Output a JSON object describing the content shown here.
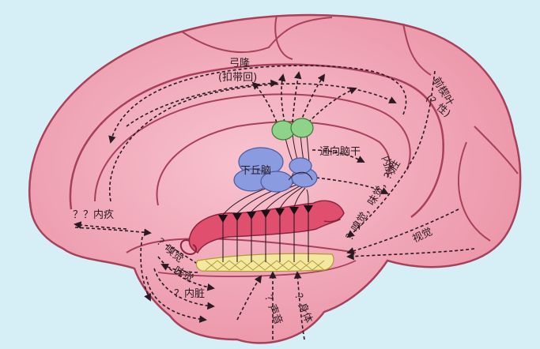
{
  "labels": {
    "cingulate_gyrus": "弓隆",
    "cingulate_gyrus_sub": "(扣带回)",
    "precuneus": "前楔叶",
    "precuneus_sub": "(？性)",
    "to_brainstem": "通向脑干",
    "hypothalamus": "下丘脑",
    "visceral_right": "内脏",
    "smell_taste_sex": "？嗅觉，味觉，？性",
    "vision": "视觉",
    "visceral_pain": "？？内疚",
    "smell_left": "？嗅觉",
    "taste_left": "味觉",
    "visceral_left": "？内脏",
    "hearing": "？声音",
    "body": "？身体"
  },
  "colors": {
    "background": "#d6eef6",
    "brain": "#f2a9b8",
    "brain_outline": "#a8405a",
    "mammillary": "#8fd38a",
    "hypothalamus": "#8a9be0",
    "hippocampus": "#e0506e",
    "dentate": "#f4e7a0"
  }
}
